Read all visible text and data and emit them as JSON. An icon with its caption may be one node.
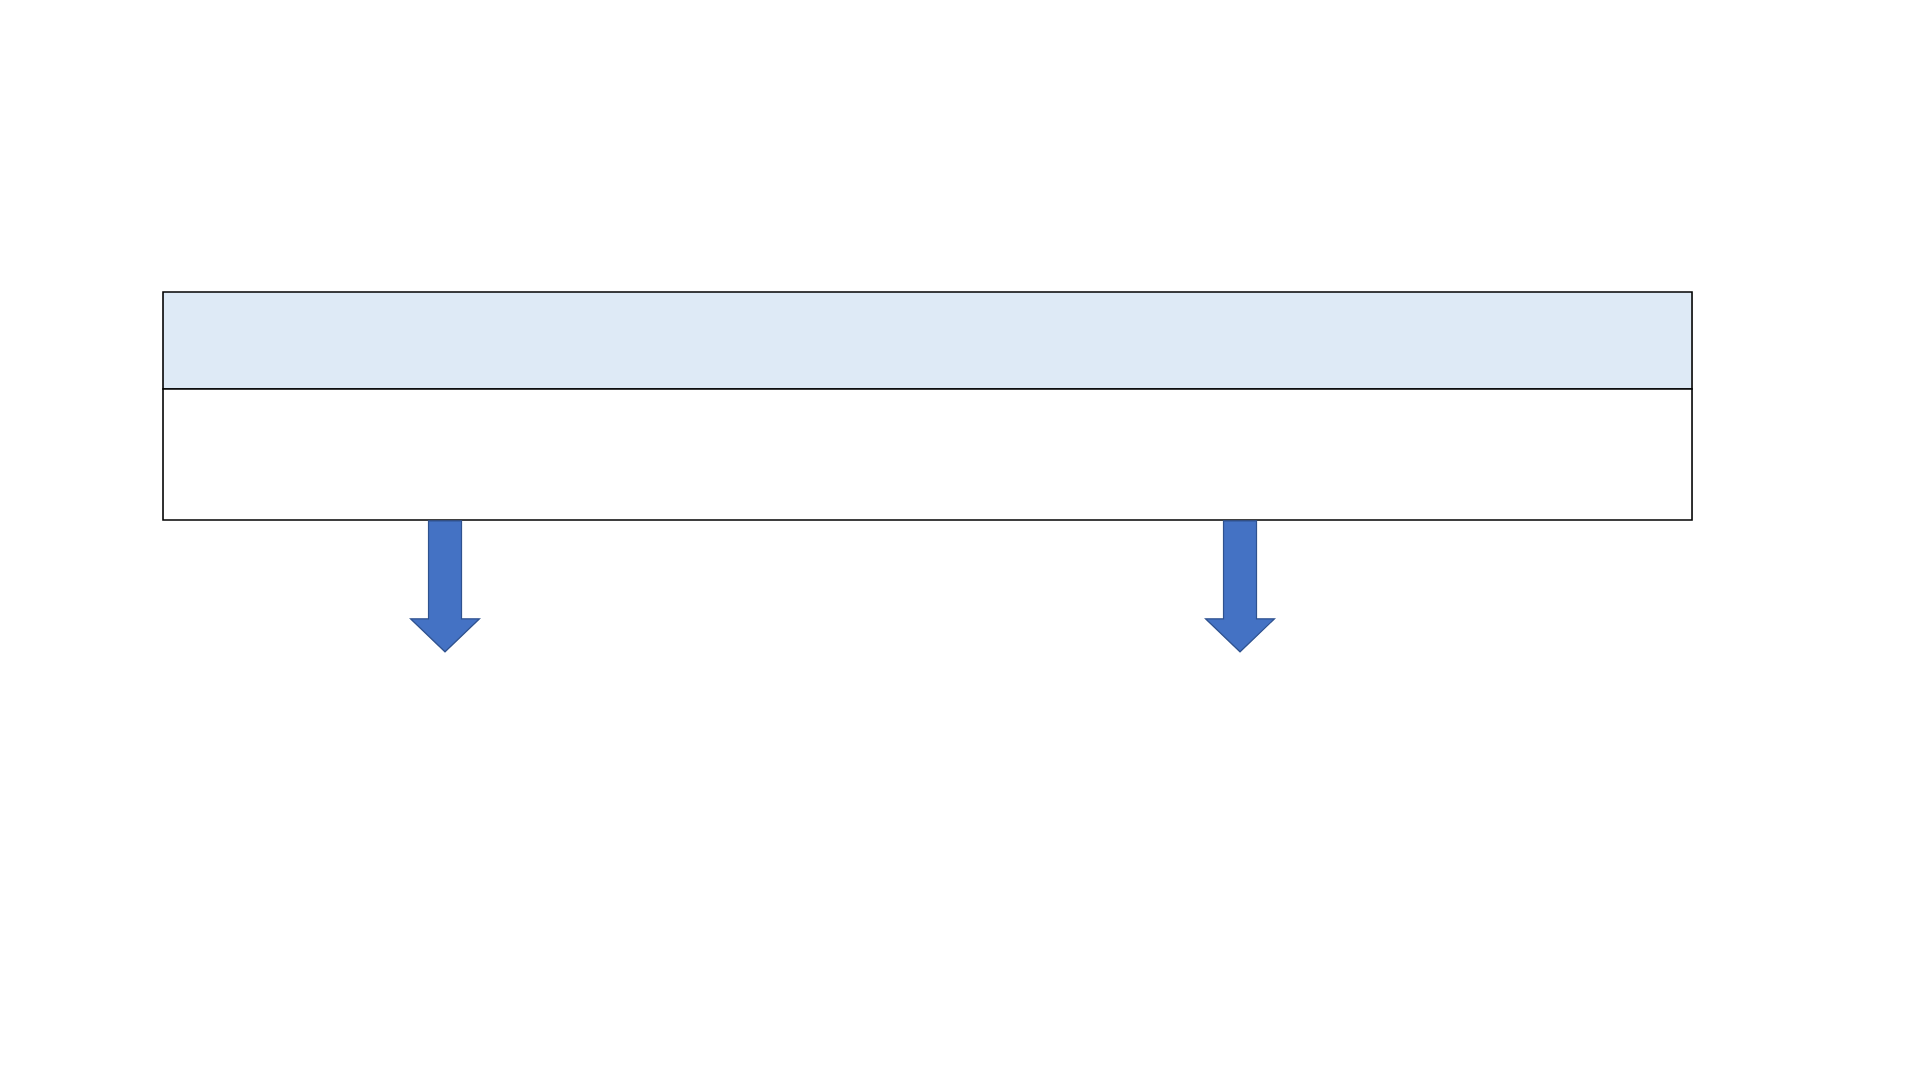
{
  "diagram": {
    "nodes": [
      {
        "text": [],
        "shape": "box"
      },
      {
        "text": [],
        "shape": "box"
      }
    ],
    "edges": [
      {
        "from": 1,
        "to": null,
        "arrow": "to"
      },
      {
        "from": 1,
        "to": null,
        "arrow": "to"
      }
    ]
  }
}
